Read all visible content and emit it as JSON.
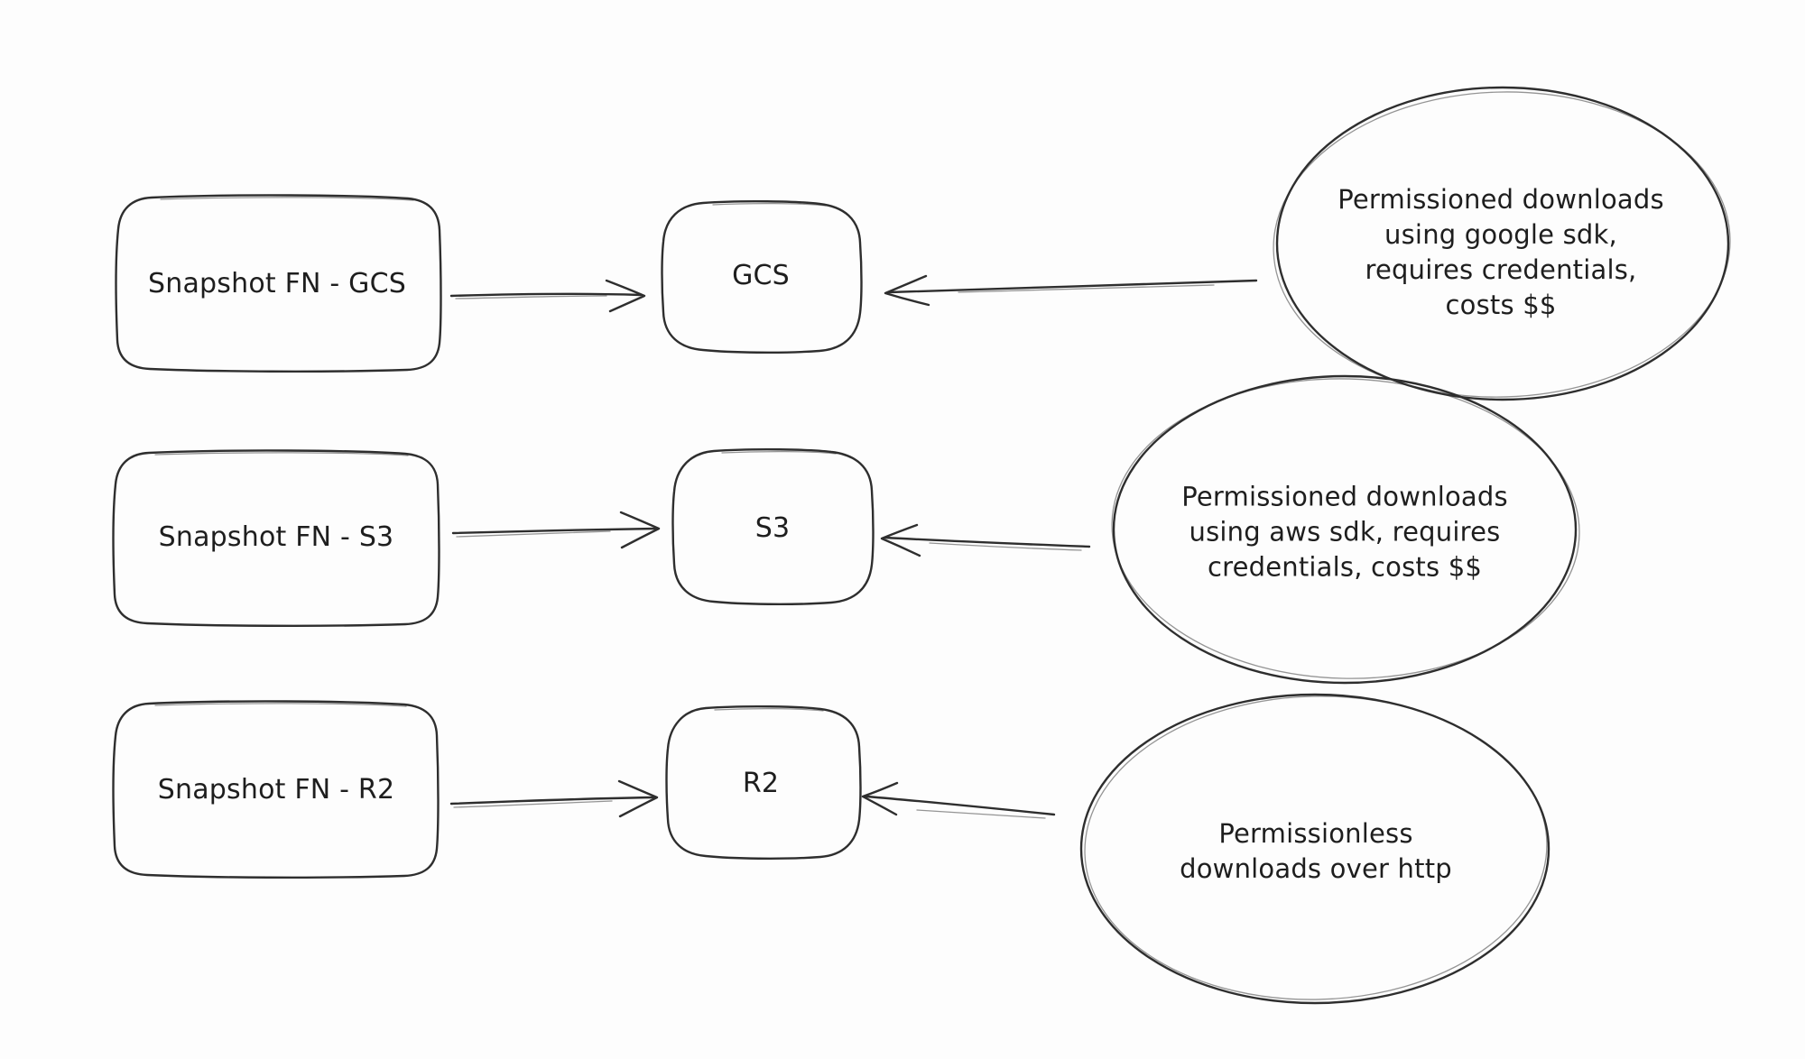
{
  "diagram": {
    "background": "#fdfdfd",
    "stroke_color": "#2e2e2e",
    "text_color": "#1e1e1e",
    "sources": [
      {
        "id": "snapshot-fn-gcs",
        "label": "Snapshot FN - GCS"
      },
      {
        "id": "snapshot-fn-s3",
        "label": "Snapshot FN - S3"
      },
      {
        "id": "snapshot-fn-r2",
        "label": "Snapshot FN - R2"
      }
    ],
    "stores": [
      {
        "id": "gcs",
        "label": "GCS"
      },
      {
        "id": "s3",
        "label": "S3"
      },
      {
        "id": "r2",
        "label": "R2"
      }
    ],
    "notes": [
      {
        "id": "note-gcs",
        "label": "Permissioned downloads\nusing google sdk,\nrequires credentials,\ncosts $$"
      },
      {
        "id": "note-s3",
        "label": "Permissioned downloads\nusing aws sdk, requires\ncredentials, costs $$"
      },
      {
        "id": "note-r2",
        "label": "Permissionless\ndownloads over http"
      }
    ],
    "edges": [
      {
        "from": "snapshot-fn-gcs",
        "to": "gcs"
      },
      {
        "from": "snapshot-fn-s3",
        "to": "s3"
      },
      {
        "from": "snapshot-fn-r2",
        "to": "r2"
      },
      {
        "from": "note-gcs",
        "to": "gcs"
      },
      {
        "from": "note-s3",
        "to": "s3"
      },
      {
        "from": "note-r2",
        "to": "r2"
      }
    ]
  }
}
